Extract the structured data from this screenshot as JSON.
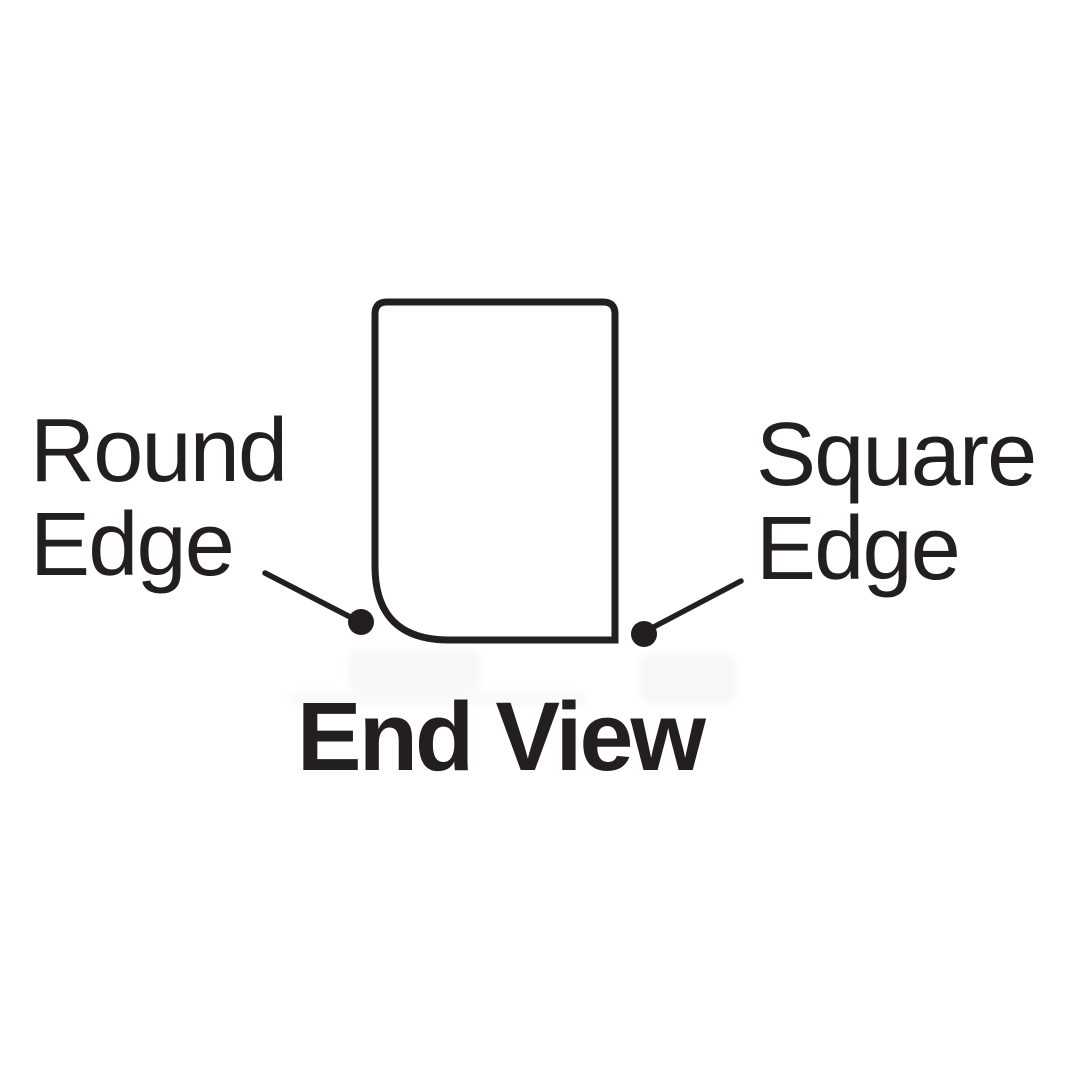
{
  "diagram": {
    "title": "End View",
    "labels": {
      "round_edge": "Round\nEdge",
      "square_edge": "Square\nEdge"
    },
    "icons": {
      "round_edge_callout": "callout-dot-icon",
      "square_edge_callout": "callout-dot-icon"
    },
    "colors": {
      "ink": "#231f20",
      "background": "#ffffff"
    }
  }
}
